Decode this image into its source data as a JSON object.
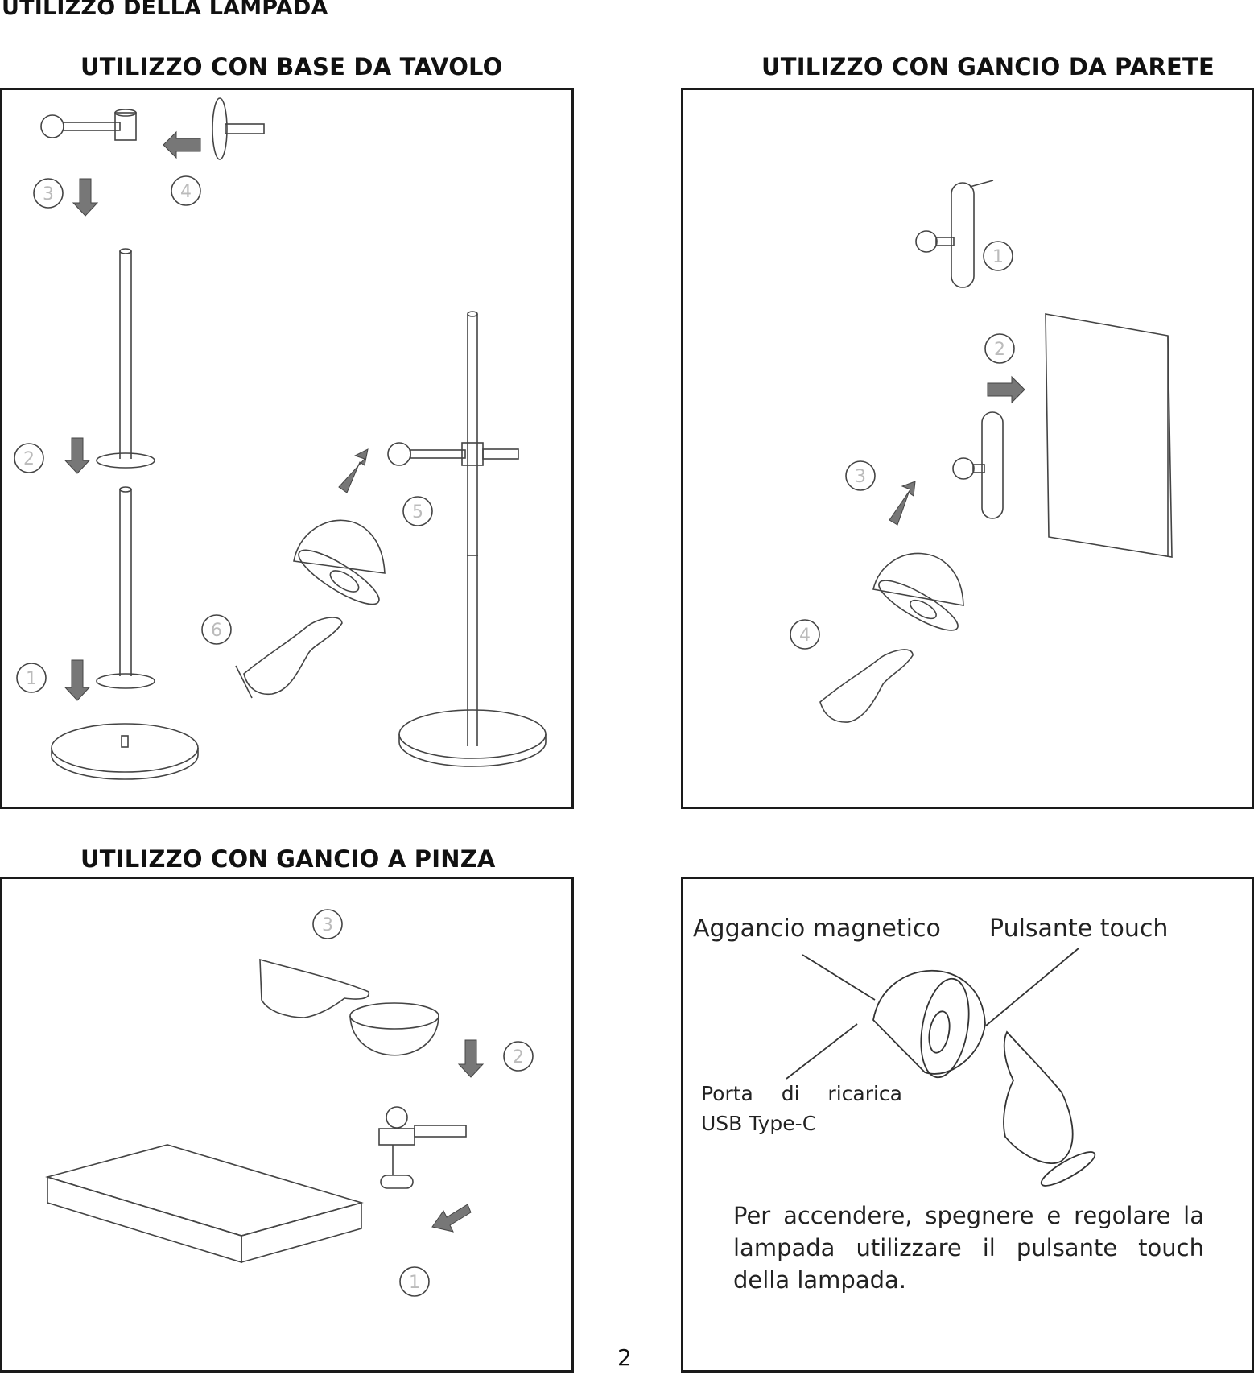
{
  "page_title": "UTILIZZO DELLA LAMPADA",
  "sections": {
    "table_base": {
      "title": "UTILIZZO CON BASE DA TAVOLO",
      "steps": [
        "1",
        "2",
        "3",
        "4",
        "5",
        "6"
      ]
    },
    "wall_hook": {
      "title": "UTILIZZO CON GANCIO DA PARETE",
      "steps": [
        "1",
        "2",
        "3",
        "4"
      ]
    },
    "clamp_hook": {
      "title": "UTILIZZO CON GANCIO A PINZA",
      "steps": [
        "1",
        "2",
        "3"
      ]
    },
    "details": {
      "magnetic_label": "Aggancio magnetico",
      "touch_label": "Pulsante touch",
      "usb_line1": "Porta di ricarica",
      "usb_line2": "USB Type-C",
      "instructions": "Per accendere, spegnere e regolare la lampada utilizzare il pulsante touch della lampada."
    }
  },
  "page_number": "2"
}
